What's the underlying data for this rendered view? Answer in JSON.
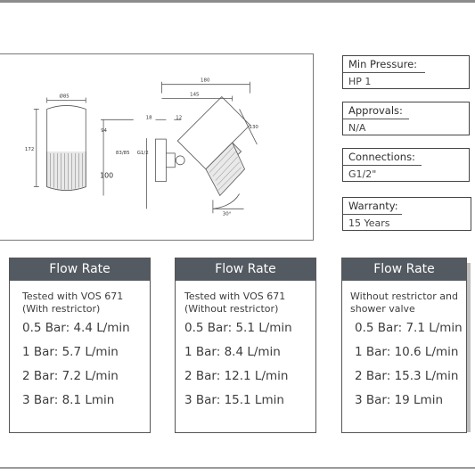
{
  "drawing": {
    "dimensions": {
      "d85": "Ø85",
      "h172": "172",
      "l180": "180",
      "l145": "145",
      "l18": "18",
      "l12": "12",
      "l94": "94",
      "d130": "130",
      "g12": "G1/2",
      "r83": "83/85",
      "h100": "100",
      "a30": "30°"
    }
  },
  "specs": [
    {
      "label": "Min Pressure:",
      "value": "HP 1"
    },
    {
      "label": "Approvals:",
      "value": "N/A"
    },
    {
      "label": "Connections:",
      "value": "G1/2\""
    },
    {
      "label": "Warranty:",
      "value": "15 Years"
    }
  ],
  "flow_cards": [
    {
      "title": "Flow Rate",
      "desc_line1": "Tested with VOS 671",
      "desc_line2": "(With restrictor)",
      "rates": [
        "0.5 Bar: 4.4 L/min",
        "1 Bar: 5.7 L/min",
        "2 Bar: 7.2 L/min",
        "3 Bar: 8.1 Lmin"
      ]
    },
    {
      "title": "Flow Rate",
      "desc_line1": "Tested with VOS 671",
      "desc_line2": "(Without restrictor)",
      "rates": [
        "0.5 Bar: 5.1 L/min",
        "1 Bar: 8.4 L/min",
        "2 Bar: 12.1 L/min",
        "3 Bar: 15.1 Lmin"
      ]
    },
    {
      "title": "Flow Rate",
      "desc_line1": "Without restrictor and",
      "desc_line2": "shower valve",
      "rates": [
        "0.5 Bar: 7.1 L/min",
        "1 Bar: 10.6 L/min",
        "2 Bar: 15.3 L/min",
        "3 Bar: 19 Lmin"
      ]
    }
  ]
}
